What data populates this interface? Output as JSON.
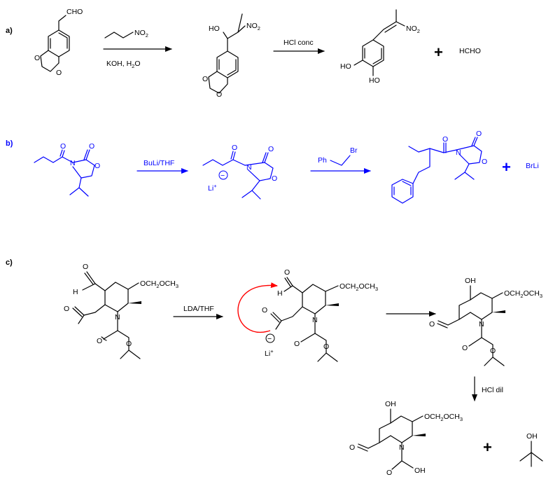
{
  "colors": {
    "black": "#000000",
    "blue": "#0000ff",
    "red": "#ff0000"
  },
  "section_a": {
    "label": "a)",
    "start_cho": "CHO",
    "reagent_no2": "NO",
    "reagent_no2_sub": "2",
    "conditions_1": "KOH, H",
    "conditions_1_sub": "2",
    "conditions_1_tail": "O",
    "int_ho": "HO",
    "int_no2": "NO",
    "int_no2_sub": "2",
    "arrow2_label": "HCl conc",
    "prod_no2": "NO",
    "prod_no2_sub": "2",
    "prod_ho1": "HO",
    "prod_ho2": "HO",
    "plus": "+",
    "byproduct": "HCHO"
  },
  "section_b": {
    "label": "b)",
    "sm_o1": "O",
    "sm_o2": "O",
    "sm_n": "N",
    "sm_o3": "O",
    "arrow1_label": "BuLi/THF",
    "enol_o1": "O",
    "enol_o2": "O",
    "enol_n": "N",
    "enol_o3": "O",
    "enol_charge": "−",
    "enol_li": "Li",
    "enol_li_charge": "+",
    "reagent_ph": "Ph",
    "reagent_br": "Br",
    "prod_o1": "O",
    "prod_o2": "O",
    "prod_n": "N",
    "prod_o3": "O",
    "plus": "+",
    "byproduct": "BrLi"
  },
  "section_c": {
    "label": "c)",
    "sm_o_ald": "O",
    "sm_h": "H",
    "sm_ome": "OCH",
    "sm_ome_2": "2",
    "sm_ome_3": "OCH",
    "sm_ome_4": "3",
    "sm_o_ket": "O",
    "sm_n": "N",
    "sm_o_boc1": "O",
    "sm_o_boc2": "O",
    "arrow1_label": "LDA/THF",
    "en_o_ald": "O",
    "en_h": "H",
    "en_ome": "OCH",
    "en_ome_2": "2",
    "en_ome_3": "OCH",
    "en_ome_4": "3",
    "en_o_ket": "O",
    "en_charge": "−",
    "en_li": "Li",
    "en_li_charge": "+",
    "en_n": "N",
    "en_o_boc1": "O",
    "en_o_boc2": "O",
    "p1_oh": "OH",
    "p1_ome": "OCH",
    "p1_ome_2": "2",
    "p1_ome_3": "OCH",
    "p1_ome_4": "3",
    "p1_o_ket": "O",
    "p1_n": "N",
    "p1_o_boc1": "O",
    "p1_o_boc2": "O",
    "arrow3_label": "HCl dil",
    "p2_oh": "OH",
    "p2_ome": "OCH",
    "p2_ome_2": "2",
    "p2_ome_3": "OCH",
    "p2_ome_4": "3",
    "p2_o_ket": "O",
    "p2_n": "N",
    "p2_o1": "O",
    "p2_oh_acid": "OH",
    "plus": "+",
    "tbuoh_oh": "OH"
  }
}
